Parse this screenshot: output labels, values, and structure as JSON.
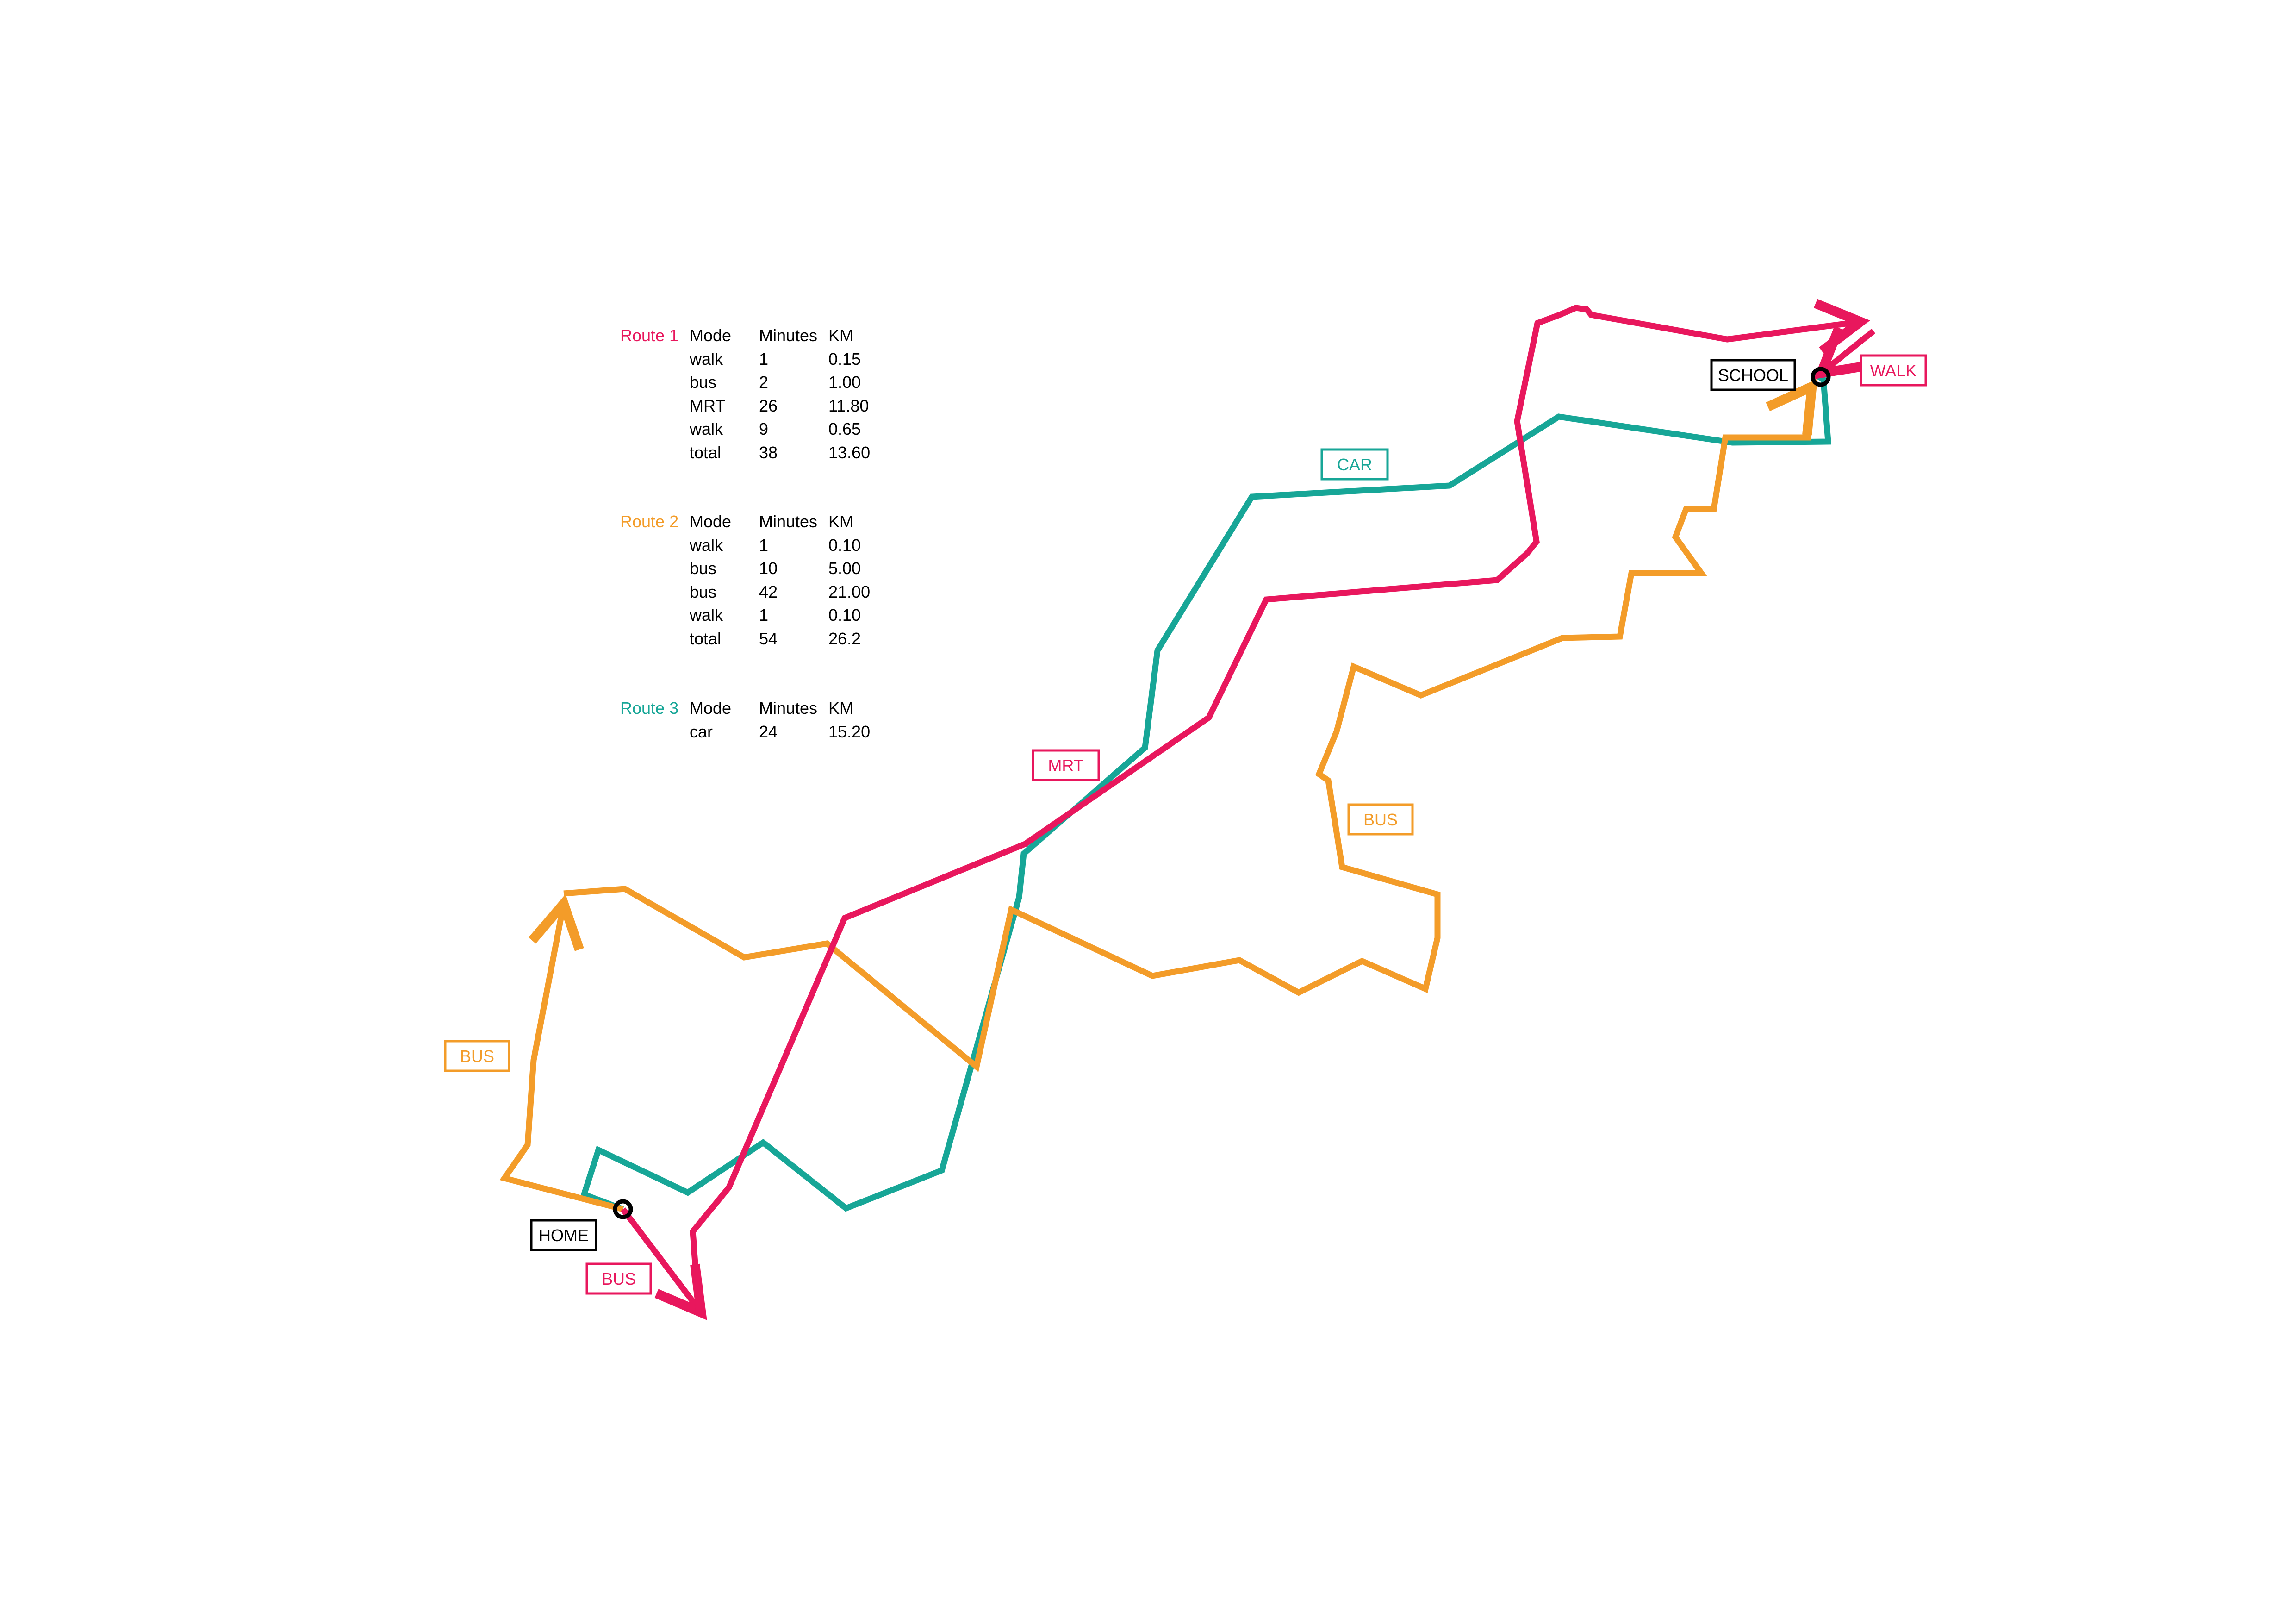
{
  "colors": {
    "route1": "#e8175d",
    "route2": "#f39c29",
    "route3": "#17a697",
    "marker": "#000000"
  },
  "routes": [
    {
      "name": "Route 1",
      "color": "#e8175d",
      "header": {
        "mode": "Mode",
        "minutes": "Minutes",
        "km": "KM"
      },
      "rows": [
        {
          "mode": "walk",
          "minutes": "1",
          "km": "0.15"
        },
        {
          "mode": "bus",
          "minutes": "2",
          "km": "1.00"
        },
        {
          "mode": "MRT",
          "minutes": "26",
          "km": "11.80"
        },
        {
          "mode": "walk",
          "minutes": "9",
          "km": "0.65"
        },
        {
          "mode": "total",
          "minutes": "38",
          "km": "13.60"
        }
      ]
    },
    {
      "name": "Route 2",
      "color": "#f39c29",
      "header": {
        "mode": "Mode",
        "minutes": "Minutes",
        "km": "KM"
      },
      "rows": [
        {
          "mode": "walk",
          "minutes": "1",
          "km": "0.10"
        },
        {
          "mode": "bus",
          "minutes": "10",
          "km": "5.00"
        },
        {
          "mode": "bus",
          "minutes": "42",
          "km": "21.00"
        },
        {
          "mode": "walk",
          "minutes": "1",
          "km": "0.10"
        },
        {
          "mode": "total",
          "minutes": "54",
          "km": "26.2"
        }
      ]
    },
    {
      "name": "Route 3",
      "color": "#17a697",
      "header": {
        "mode": "Mode",
        "minutes": "Minutes",
        "km": "KM"
      },
      "rows": [
        {
          "mode": "car",
          "minutes": "24",
          "km": "15.20"
        }
      ]
    }
  ],
  "map_labels": {
    "home": "HOME",
    "school": "SCHOOL",
    "route1_bus": "BUS",
    "route1_mrt": "MRT",
    "route1_walk": "WALK",
    "route2_bus_1": "BUS",
    "route2_bus_2": "BUS",
    "route3_car": "CAR"
  }
}
